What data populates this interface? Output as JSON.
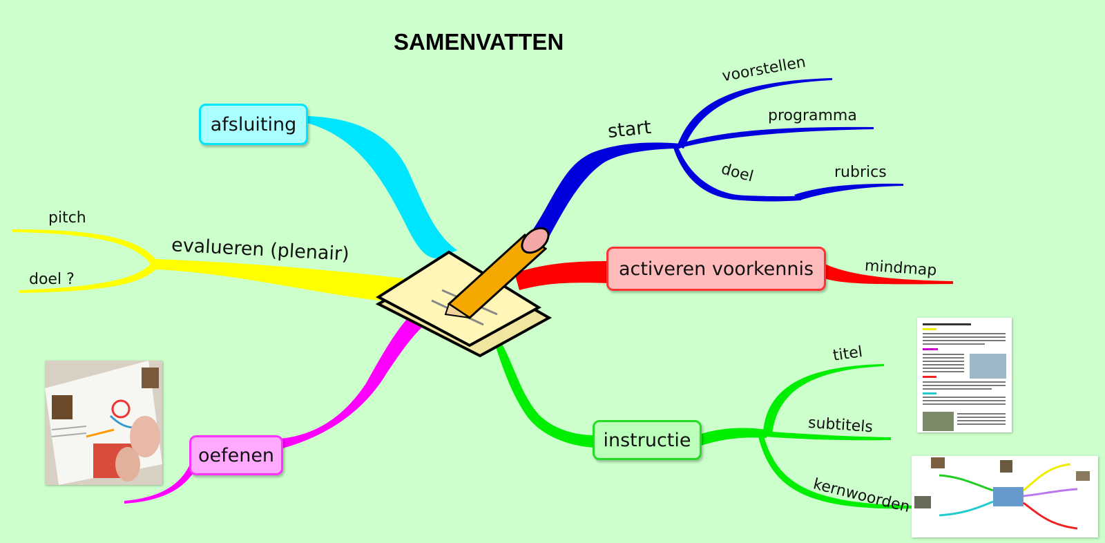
{
  "title": "SAMENVATTEN",
  "colors": {
    "background": "#ccffcc",
    "afsluiting": "#00e5ff",
    "start": "#0000dd",
    "activeren": "#ff0000",
    "evalueren": "#ffff00",
    "oefenen": "#ff00ff",
    "instructie": "#00ee00"
  },
  "center_icon": "pencil-notepad-icon",
  "branches": {
    "afsluiting": {
      "label": "afsluiting"
    },
    "start": {
      "label": "start",
      "children": [
        "voorstellen",
        "programma",
        "doel",
        "rubrics"
      ]
    },
    "activeren": {
      "label": "activeren voorkennis",
      "children": [
        "mindmap"
      ]
    },
    "evalueren": {
      "label": "evalueren (plenair)",
      "children": [
        "pitch",
        "doel ?"
      ]
    },
    "oefenen": {
      "label": "oefenen",
      "image": "photo-student-drawing-mindmap"
    },
    "instructie": {
      "label": "instructie",
      "children": [
        "titel",
        "subtitels",
        "kernwoorden"
      ]
    }
  },
  "thumbnails": {
    "text_document": "document-thumbnail",
    "mindmap": "mindmap-thumbnail"
  }
}
